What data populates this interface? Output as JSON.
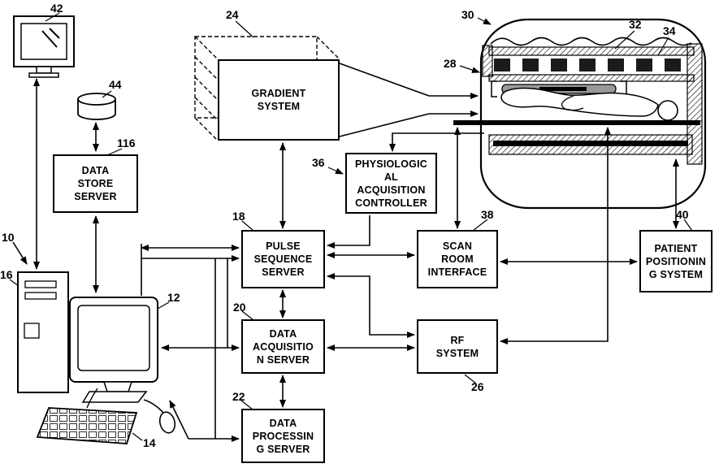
{
  "figure": {
    "type": "patent-diagram",
    "subject": "MRI system block diagram",
    "colors": {
      "line": "#000000",
      "background": "#ffffff",
      "coil_dark": "#1b1b1b",
      "coil_gray": "#9a9a9a"
    },
    "boxes": {
      "data_store_server": {
        "label": "DATA\nSTORE\nSERVER"
      },
      "gradient_system": {
        "label": "GRADIENT\nSYSTEM"
      },
      "physiological_acquisition_controller": {
        "label": "PHYSIOLOGIC\nAL\nACQUISITION\nCONTROLLER"
      },
      "pulse_sequence_server": {
        "label": "PULSE\nSEQUENCE\nSERVER"
      },
      "scan_room_interface": {
        "label": "SCAN\nROOM\nINTERFACE"
      },
      "patient_positioning_system": {
        "label": "PATIENT\nPOSITIONIN\nG SYSTEM"
      },
      "data_acquisition_server": {
        "label": "DATA\nACQUISITIO\nN SERVER"
      },
      "rf_system": {
        "label": "RF\nSYSTEM"
      },
      "data_processing_server": {
        "label": "DATA\nPROCESSIN\nG SERVER"
      }
    },
    "reference_numerals": {
      "workstation_system": "10",
      "display": "12",
      "keyboard": "14",
      "tower": "16",
      "pulse_sequence_server": "18",
      "data_acquisition_server": "20",
      "data_processing_server": "22",
      "gradient_system": "24",
      "rf_system": "26",
      "magnet_bore": "28",
      "scanner_assembly": "30",
      "gradient_coils": "32",
      "rf_coil": "34",
      "physiological_acquisition_controller": "36",
      "scan_room_interface": "38",
      "patient_positioning_system": "40",
      "remote_display": "42",
      "data_store": "44",
      "data_store_server": "116"
    }
  }
}
